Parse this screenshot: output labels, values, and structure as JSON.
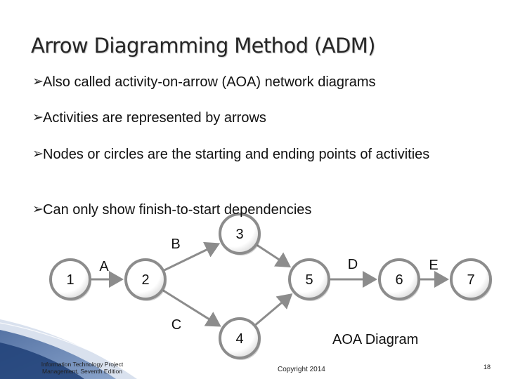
{
  "title": "Arrow Diagramming Method (ADM)",
  "bullet_glyph": "➢",
  "bullets": [
    "Also called activity-on-arrow (AOA) network diagrams",
    "Activities are represented by arrows",
    "Nodes or circles are the starting and ending points of activities",
    "Can only show finish-to-start dependencies"
  ],
  "diagram": {
    "nodes": [
      {
        "id": "n1",
        "label": "1"
      },
      {
        "id": "n2",
        "label": "2"
      },
      {
        "id": "n3",
        "label": "3"
      },
      {
        "id": "n4",
        "label": "4"
      },
      {
        "id": "n5",
        "label": "5"
      },
      {
        "id": "n6",
        "label": "6"
      },
      {
        "id": "n7",
        "label": "7"
      }
    ],
    "edges": [
      {
        "from": "n1",
        "to": "n2",
        "label": "A"
      },
      {
        "from": "n2",
        "to": "n3",
        "label": "B"
      },
      {
        "from": "n2",
        "to": "n4",
        "label": "C"
      },
      {
        "from": "n3",
        "to": "n5",
        "label": ""
      },
      {
        "from": "n4",
        "to": "n5",
        "label": ""
      },
      {
        "from": "n5",
        "to": "n6",
        "label": "D"
      },
      {
        "from": "n6",
        "to": "n7",
        "label": "E"
      }
    ],
    "caption": "AOA Diagram",
    "colors": {
      "node_fill": "#ffffff",
      "node_stroke": "#8c8c8c",
      "arrow": "#8c8c8c"
    }
  },
  "footer": {
    "book_line1": "Information Technology Project",
    "book_line2": "Management, Seventh Edition",
    "copyright": "Copyright 2014",
    "page_number": "18"
  }
}
